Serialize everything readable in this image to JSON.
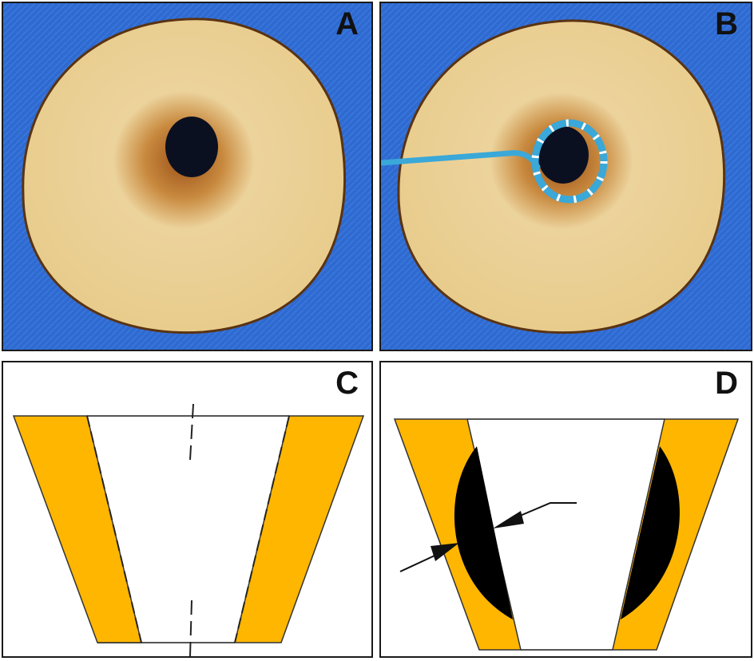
{
  "panels": [
    {
      "id": "A",
      "label": "A",
      "kind": "photo"
    },
    {
      "id": "B",
      "label": "B",
      "kind": "photo"
    },
    {
      "id": "C",
      "label": "C",
      "kind": "drawing"
    },
    {
      "id": "D",
      "label": "D",
      "kind": "drawing"
    }
  ],
  "colors": {
    "background_blue": "#2f6ad0",
    "tissue": "#e6c98f",
    "tissue_dark": "#a55f23",
    "lumen": "#0b1020",
    "catheter_blue": "#3aa8d8",
    "wall_orange": "#ffb600",
    "lesion_black": "#000000",
    "outline": "#1a1a1a"
  }
}
